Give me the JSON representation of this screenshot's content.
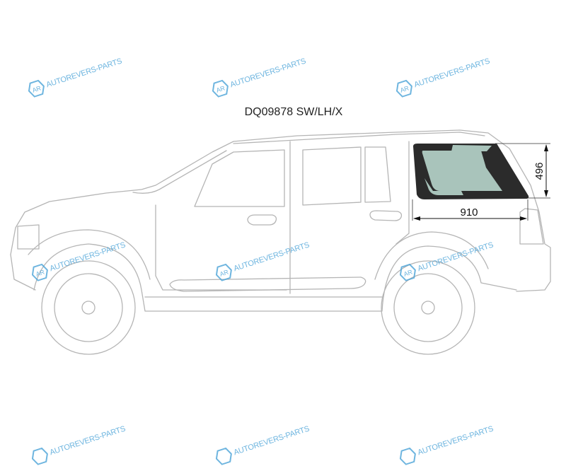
{
  "title": "DQ09878 SW/LH/X",
  "dimensions": {
    "height": "496",
    "width": "910"
  },
  "watermark": {
    "text": "AUTOREVERS-PARTS",
    "logo": "AR"
  },
  "colors": {
    "glass_frame": "#2b2b2b",
    "glass": "#a9c4bb",
    "watermark": "#4aa3d8",
    "car_outline": "#b5b5b5"
  }
}
